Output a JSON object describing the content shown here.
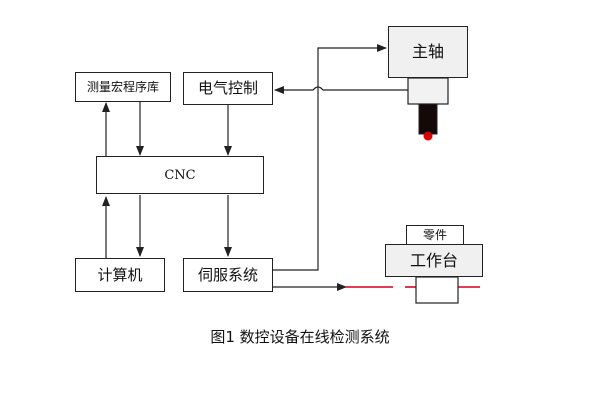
{
  "diagram": {
    "nodes": {
      "macro": "测量宏程序库",
      "electrical": "电气控制",
      "spindle": "主轴",
      "cnc": "CNC",
      "computer": "计算机",
      "servo": "伺服系统",
      "part": "零件",
      "table": "工作台"
    },
    "caption": "图1 数控设备在线检测系统"
  },
  "colors": {
    "line": "#222222",
    "probe_tip": "#e00000",
    "laser": "#e0203a",
    "box_shade": "#f0f0f0"
  }
}
